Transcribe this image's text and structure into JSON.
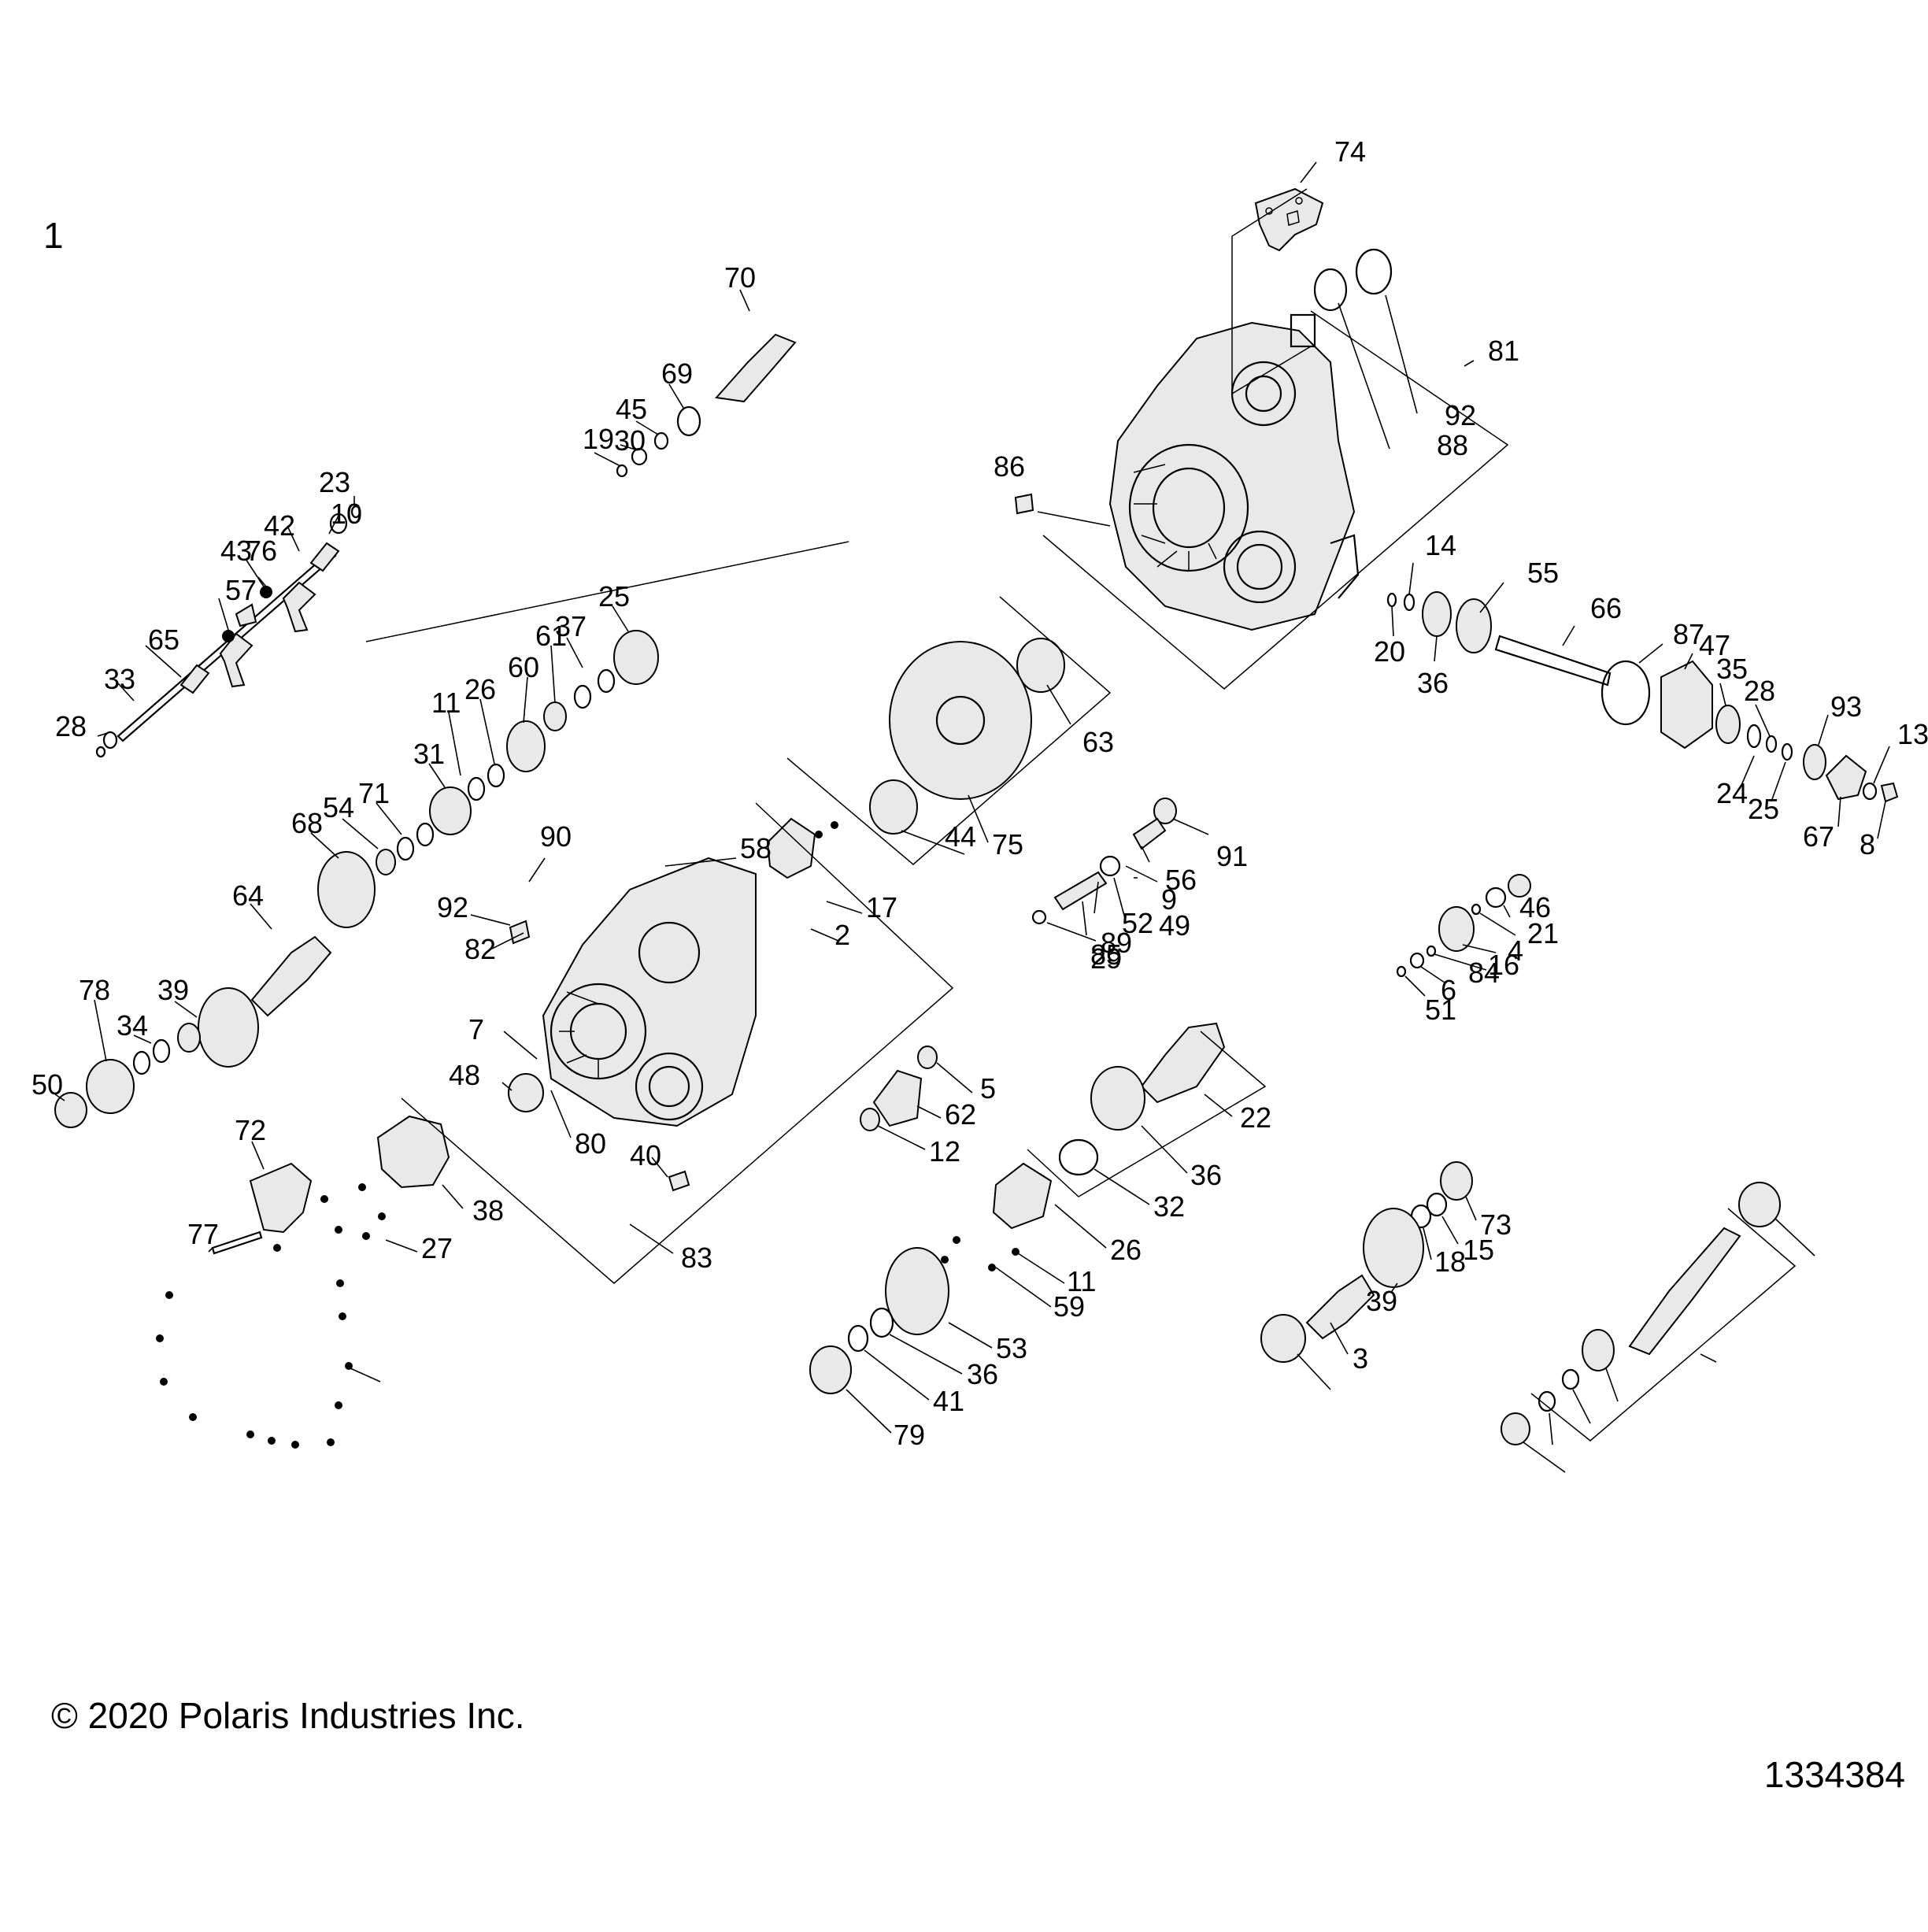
{
  "page_number": "1",
  "copyright": "© 2020 Polaris Industries Inc.",
  "drawing_number": "1334384",
  "callouts": [
    "74",
    "81",
    "92",
    "88",
    "86",
    "14",
    "55",
    "66",
    "20",
    "36",
    "87",
    "47",
    "35",
    "28",
    "93",
    "13",
    "24",
    "25",
    "67",
    "8",
    "70",
    "69",
    "45",
    "19",
    "30",
    "23",
    "10",
    "42",
    "43",
    "76",
    "57",
    "65",
    "33",
    "28",
    "25",
    "37",
    "61",
    "60",
    "26",
    "11",
    "31",
    "71",
    "54",
    "68",
    "64",
    "39",
    "34",
    "78",
    "50",
    "63",
    "75",
    "44",
    "91",
    "56",
    "9",
    "49",
    "52",
    "89",
    "85",
    "29",
    "46",
    "21",
    "4",
    "16",
    "84",
    "6",
    "51",
    "90",
    "58",
    "92",
    "17",
    "2",
    "82",
    "7",
    "48",
    "80",
    "40",
    "72",
    "77",
    "38",
    "27",
    "83",
    "5",
    "62",
    "12",
    "22",
    "36",
    "32",
    "26",
    "11",
    "59",
    "53",
    "36",
    "41",
    "79",
    "73",
    "15",
    "18",
    "39",
    "3"
  ]
}
